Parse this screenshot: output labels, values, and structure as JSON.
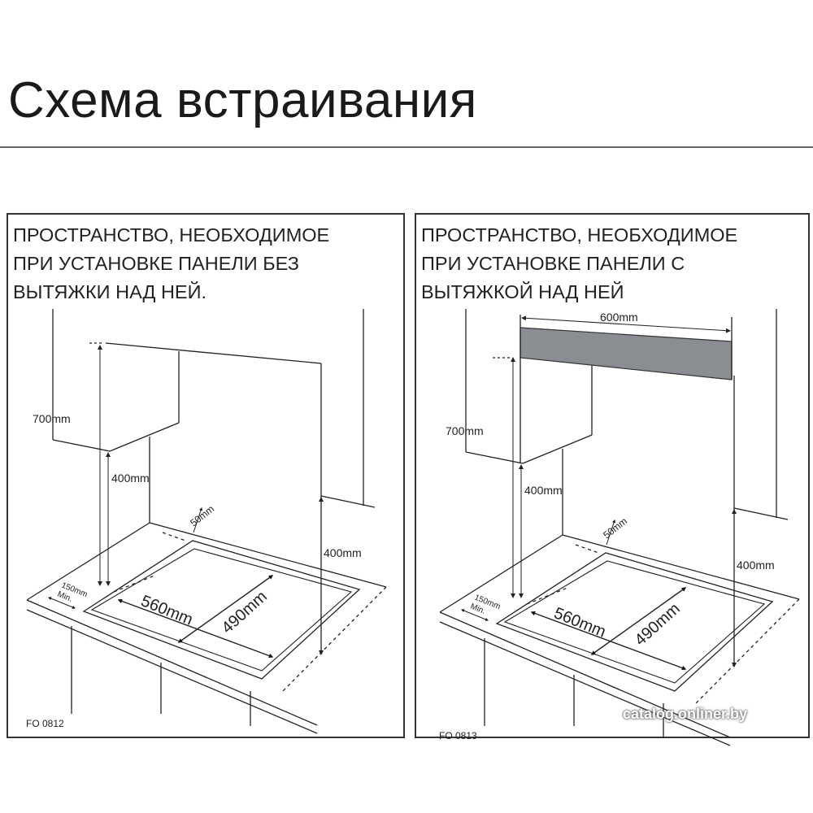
{
  "title": "Схема встраивания",
  "panels": [
    {
      "caption": [
        "ПРОСТРАНСТВО, НЕОБХОДИМОЕ",
        "ПРИ УСТАНОВКЕ ПАНЕЛИ БЕЗ",
        "ВЫТЯЖКИ НАД НЕЙ."
      ],
      "code": "FO 0812",
      "labels": {
        "h700": "700mm",
        "h400_left": "400mm",
        "h400_right": "400mm",
        "d50": "50mm",
        "side150": "150mm",
        "min": "Min.",
        "w560": "560mm",
        "d490": "490mm"
      }
    },
    {
      "caption": [
        "ПРОСТРАНСТВО, НЕОБХОДИМОЕ",
        "ПРИ УСТАНОВКЕ ПАНЕЛИ С",
        "ВЫТЯЖКОЙ НАД НЕЙ"
      ],
      "code": "FO 0813",
      "labels": {
        "hood600": "600mm",
        "h700": "700mm",
        "h400_left": "400mm",
        "h400_right": "400mm",
        "d50": "50mm",
        "side150": "150mm",
        "min": "Min.",
        "w560": "560mm",
        "d490": "490mm"
      },
      "hood_color": "#8a8d92"
    }
  ],
  "watermark": "catalog.onliner.by"
}
